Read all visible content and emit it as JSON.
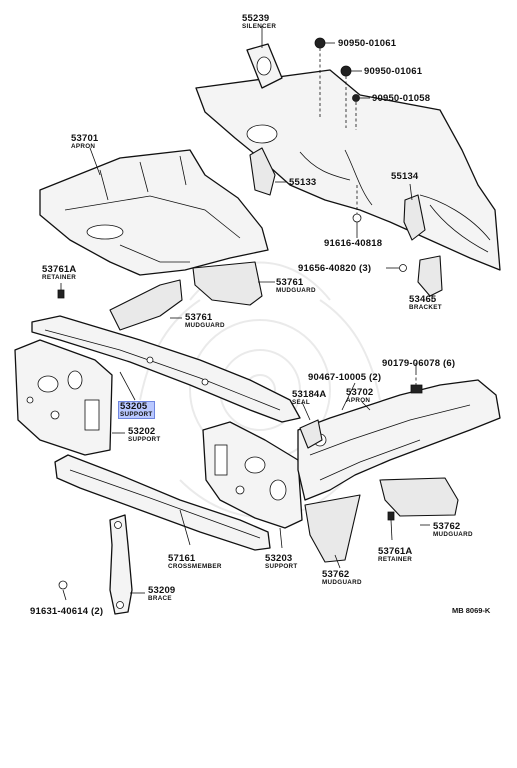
{
  "diagram": {
    "code": "MB 8069-K",
    "highlight_color": "#b9c8ff",
    "parts": [
      {
        "number": "55239",
        "name": "SILENCER"
      },
      {
        "number": "90950-01061",
        "name": ""
      },
      {
        "number": "90950-01061",
        "name": ""
      },
      {
        "number": "90950-01058",
        "name": ""
      },
      {
        "number": "53701",
        "name": "APRON"
      },
      {
        "number": "55133",
        "name": ""
      },
      {
        "number": "55134",
        "name": ""
      },
      {
        "number": "91616-40818",
        "name": ""
      },
      {
        "number": "53761A",
        "name": "RETAINER"
      },
      {
        "number": "91656-40820 (3)",
        "name": ""
      },
      {
        "number": "53761",
        "name": "MUDGUARD"
      },
      {
        "number": "53465",
        "name": "BRACKET"
      },
      {
        "number": "53761",
        "name": "MUDGUARD"
      },
      {
        "number": "90179-06078 (6)",
        "name": ""
      },
      {
        "number": "90467-10005 (2)",
        "name": ""
      },
      {
        "number": "53184A",
        "name": "SEAL"
      },
      {
        "number": "53702",
        "name": "APRON"
      },
      {
        "number": "53205",
        "name": "SUPPORT",
        "highlighted": true
      },
      {
        "number": "53202",
        "name": "SUPPORT"
      },
      {
        "number": "53762",
        "name": "MUDGUARD"
      },
      {
        "number": "57161",
        "name": "CROSSMEMBER"
      },
      {
        "number": "53203",
        "name": "SUPPORT"
      },
      {
        "number": "53761A",
        "name": "RETAINER"
      },
      {
        "number": "53762",
        "name": "MUDGUARD"
      },
      {
        "number": "53209",
        "name": "BRACE"
      },
      {
        "number": "91631-40614 (2)",
        "name": ""
      }
    ]
  }
}
